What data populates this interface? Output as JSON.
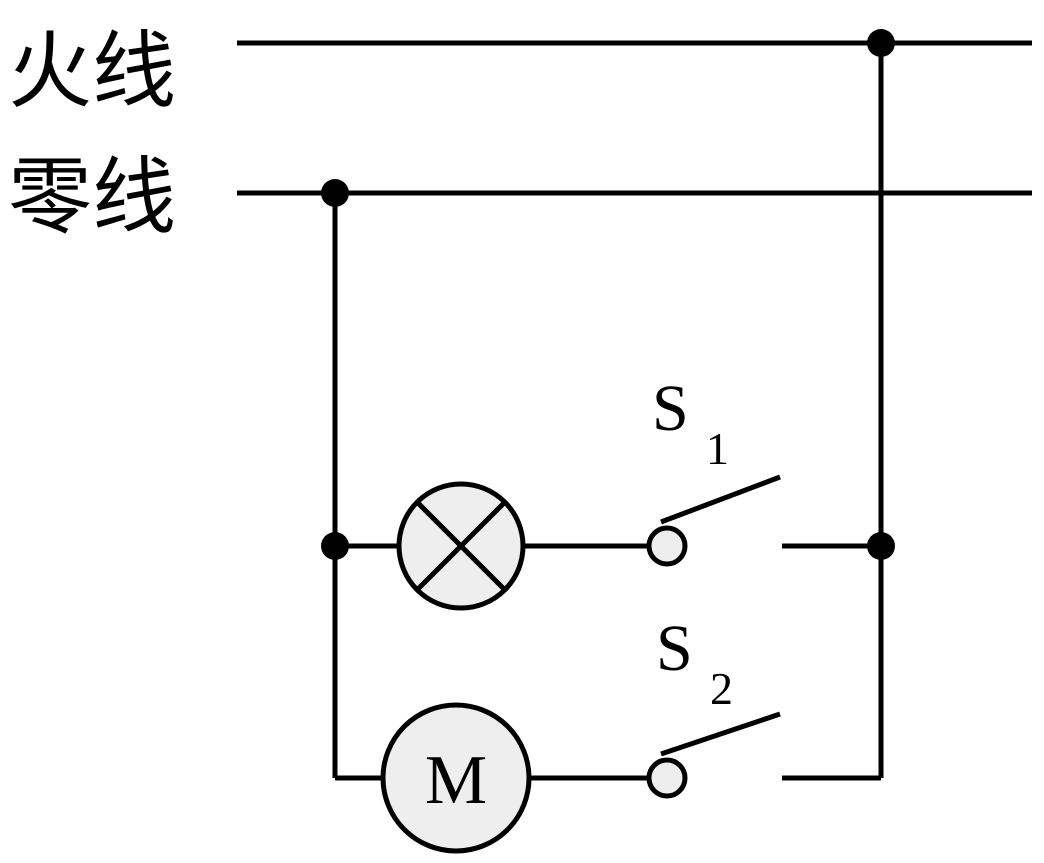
{
  "labels": {
    "live_wire": "火线",
    "neutral_wire": "零线",
    "switch1": "S",
    "switch1_sub": "1",
    "switch2": "S",
    "switch2_sub": "2",
    "motor": "M"
  },
  "colors": {
    "line": "#000000",
    "component_fill": "#eeeeee",
    "background": "#ffffff"
  },
  "components": {
    "lamp": "lamp-icon",
    "motor": "motor-icon",
    "switches": [
      "switch-s1-open",
      "switch-s2-open"
    ]
  }
}
